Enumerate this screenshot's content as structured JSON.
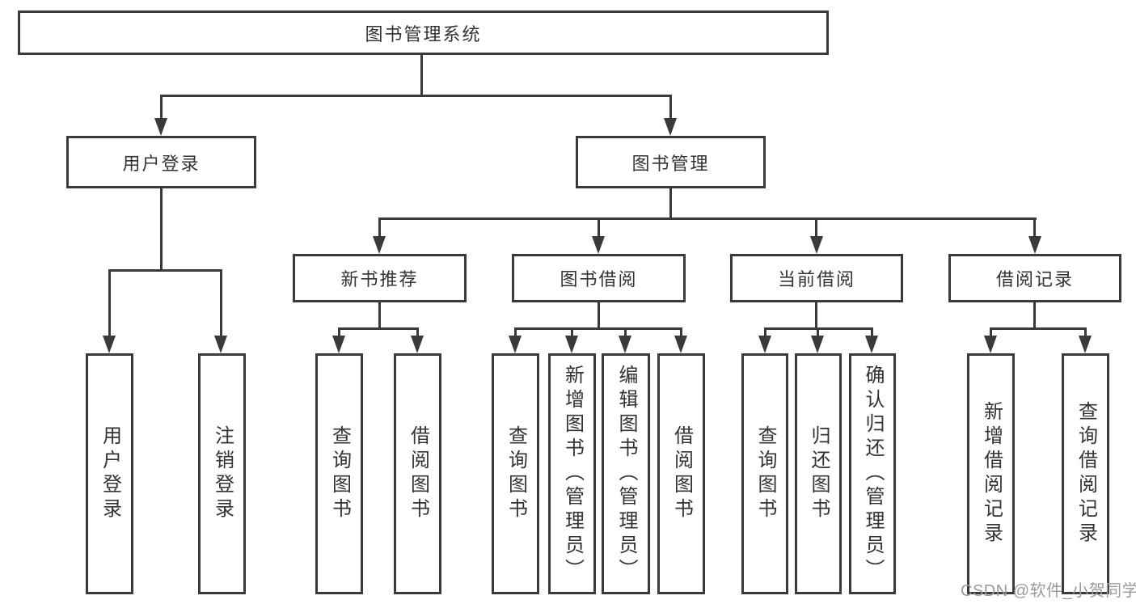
{
  "colors": {
    "line": "#3a3a3a",
    "text": "#333333",
    "background": "#ffffff",
    "watermark": "#9b9b9b"
  },
  "tree": {
    "root": {
      "label": "图书管理系统"
    },
    "children": [
      {
        "label": "用户登录",
        "children": [
          {
            "label": "用户登录"
          },
          {
            "label": "注销登录"
          }
        ]
      },
      {
        "label": "图书管理",
        "children": [
          {
            "label": "新书推荐",
            "children": [
              {
                "label": "查询图书"
              },
              {
                "label": "借阅图书"
              }
            ]
          },
          {
            "label": "图书借阅",
            "children": [
              {
                "label": "查询图书"
              },
              {
                "label": "新增图书（管理员）"
              },
              {
                "label": "编辑图书（管理员）"
              },
              {
                "label": "借阅图书"
              }
            ]
          },
          {
            "label": "当前借阅",
            "children": [
              {
                "label": "查询图书"
              },
              {
                "label": "归还图书"
              },
              {
                "label": "确认归还（管理员）"
              }
            ]
          },
          {
            "label": "借阅记录",
            "children": [
              {
                "label": "新增借阅记录"
              },
              {
                "label": "查询借阅记录"
              }
            ]
          }
        ]
      }
    ]
  },
  "watermark": {
    "text": "CSDN @软件_小贺同学"
  }
}
